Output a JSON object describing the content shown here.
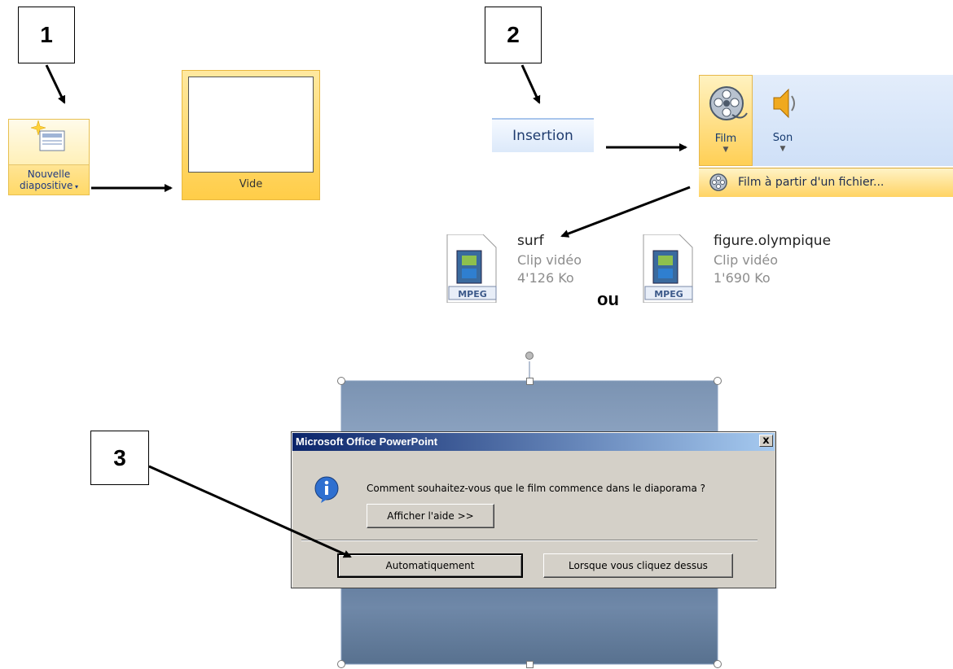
{
  "steps": {
    "step1": "1",
    "step2": "2",
    "step3": "3"
  },
  "step1": {
    "new_slide_label_line1": "Nouvelle",
    "new_slide_label_line2": "diapositive",
    "layout_label": "Vide"
  },
  "step2": {
    "tab_label": "Insertion",
    "film_label": "Film",
    "son_label": "Son",
    "menu_item": "Film à partir d'un fichier..."
  },
  "files": [
    {
      "name": "surf",
      "type": "Clip vidéo",
      "size": "4'126 Ko",
      "badge": "MPEG"
    },
    {
      "name": "figure.olympique",
      "type": "Clip vidéo",
      "size": "1'690 Ko",
      "badge": "MPEG"
    }
  ],
  "or_label": "ou",
  "dialog": {
    "title": "Microsoft Office PowerPoint",
    "close": "x",
    "message": "Comment souhaitez-vous que le film commence dans le diaporama ?",
    "help_button": "Afficher l'aide >>",
    "auto_button": "Automatiquement",
    "click_button": "Lorsque vous cliquez dessus"
  },
  "colors": {
    "ribbon_highlight": "#ffcf55",
    "dialog_title": "#0a246a",
    "ribbon_blue": "#cfe0f7"
  }
}
